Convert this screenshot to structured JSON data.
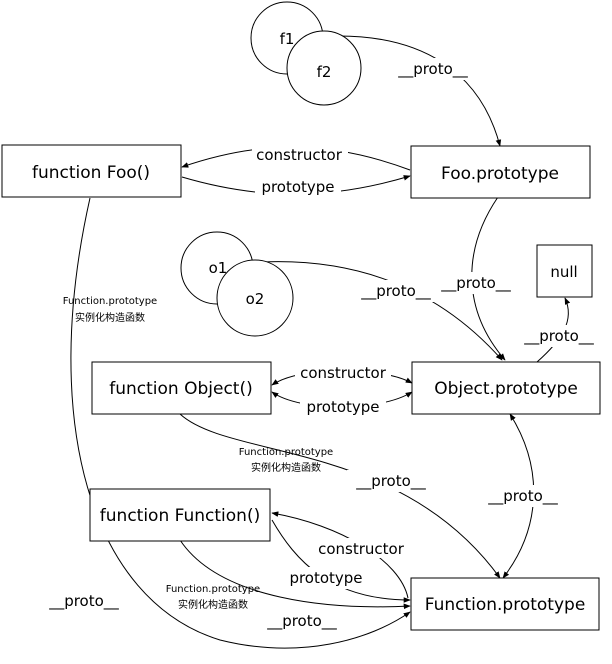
{
  "nodes": {
    "function_foo": "function Foo()",
    "foo_prototype": "Foo.prototype",
    "null_node": "null",
    "function_object": "function Object()",
    "object_prototype": "Object.prototype",
    "function_function": "function Function()",
    "function_prototype": "Function.prototype",
    "f1": "f1",
    "f2": "f2",
    "o1": "o1",
    "o2": "o2"
  },
  "edge_labels": {
    "proto": "__proto__",
    "constructor": "constructor",
    "prototype": "prototype"
  },
  "notes": {
    "line1": "Function.prototype",
    "line2": "实例化构造函数"
  }
}
